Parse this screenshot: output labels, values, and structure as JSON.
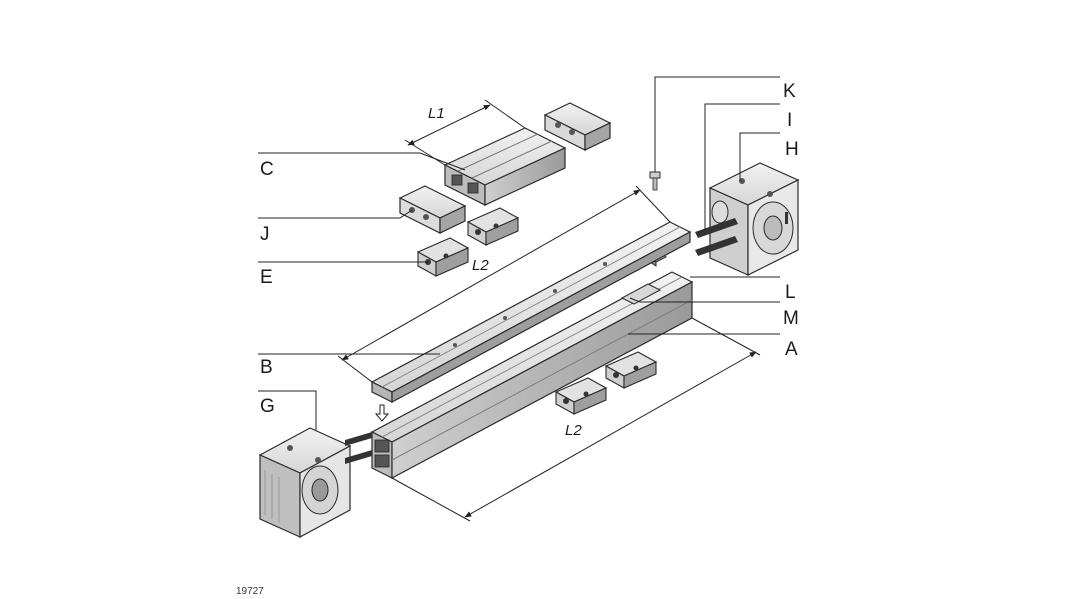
{
  "labels": {
    "A": "A",
    "B": "B",
    "C": "C",
    "E": "E",
    "G": "G",
    "H": "H",
    "I": "I",
    "J": "J",
    "K": "K",
    "L": "L",
    "M": "M"
  },
  "dimensions": {
    "L1": "L1",
    "L2_upper": "L2",
    "L2_lower": "L2"
  },
  "figure_number": "19727",
  "colors": {
    "metal_light": "#e6e6e6",
    "metal_mid": "#c9c9c9",
    "metal_dark": "#8c8c8c",
    "outline": "#2a2a2a",
    "belt": "#333333"
  }
}
